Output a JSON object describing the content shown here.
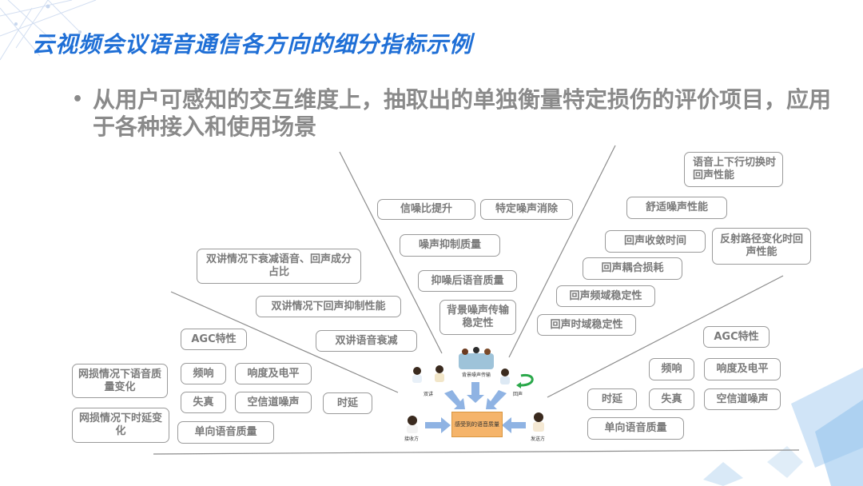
{
  "title": "云视频会议语音通信各方向的细分指标示例",
  "bullet_text": "从用户可感知的交互维度上，抽取出的单独衡量特定损伤的评价项目，应用于各种接入和使用场景",
  "bullet_symbol": "•",
  "boxes": {
    "snr_improve": "信噪比提升",
    "specific_noise": "特定噪声消除",
    "comfort_noise": "舒适噪声性能",
    "switch_echo": "语音上下行切换时回声性能",
    "noise_suppression_quality": "噪声抑制质量",
    "echo_convergence": "回声收敛时间",
    "reflection_echo": "反射路径变化时回声性能",
    "doubletalk_attenuation_ratio": "双讲情况下衰减语音、回声成分占比",
    "post_suppression_quality": "抑噪后语音质量",
    "echo_coupling_loss": "回声耦合损耗",
    "doubletalk_echo_suppression": "双讲情况下回声抑制性能",
    "bg_noise_stability": "背景噪声传输稳定性",
    "echo_freq_stability": "回声频域稳定性",
    "echo_time_stability": "回声时域稳定性",
    "agc_left": "AGC特性",
    "doubletalk_attenuation": "双讲语音衰减",
    "agc_right": "AGC特性",
    "net_loss_quality": "网损情况下语音质量变化",
    "freq_response_left": "频响",
    "loudness_left": "响度及电平",
    "distortion_left": "失真",
    "channel_noise_left": "空信道噪声",
    "delay_left": "时延",
    "net_loss_delay": "网损情况下时延变化",
    "oneway_quality_left": "单向语音质量",
    "freq_response_right": "频响",
    "loudness_right": "响度及电平",
    "delay_right": "时延",
    "distortion_right": "失真",
    "channel_noise_right": "空信道噪声",
    "oneway_quality_right": "单向语音质量"
  },
  "center": {
    "bg_noise_label": "背景噪声传输",
    "doubletalk_label": "双讲",
    "echo_label": "回声",
    "perceived_quality": "感受到的语音质量",
    "receiver_label": "接收方",
    "sender_label": "发送方"
  },
  "colors": {
    "title": "#1f6fd6",
    "bullet": "#8a8a8a",
    "box_border": "#9a9a9a",
    "box_text": "#7a7a7a",
    "lines": "#8c8c8c",
    "center_box": "#f5b46a",
    "arrow": "#8fb3e3"
  }
}
